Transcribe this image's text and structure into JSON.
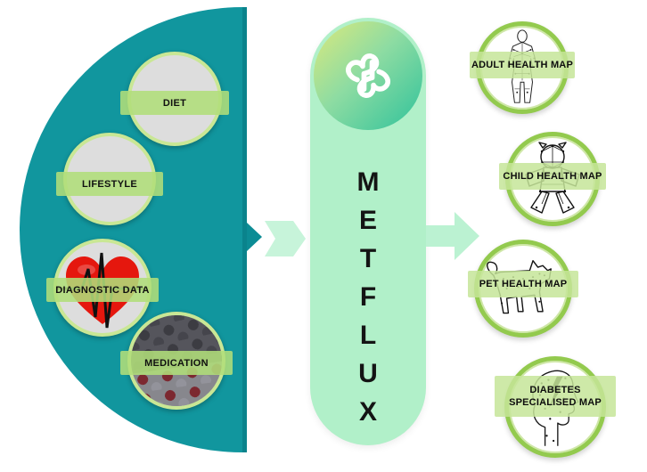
{
  "left_inputs": {
    "items": [
      {
        "label": "DIET",
        "photo": "diet-photo"
      },
      {
        "label": "LIFESTYLE",
        "photo": "lifestyle-photo"
      },
      {
        "label": "DIAGNOSTIC DATA",
        "photo": "heart-ecg-photo"
      },
      {
        "label": "MEDICATION",
        "photo": "pills-photo"
      }
    ]
  },
  "center": {
    "brand": "METFLUX",
    "letters": [
      "M",
      "E",
      "T",
      "F",
      "L",
      "U",
      "X"
    ],
    "logo_icon": "metflux-hearts-cross-icon"
  },
  "right_outputs": {
    "items": [
      {
        "label": "ADULT HEALTH MAP",
        "icon": "adult-wireframe-icon",
        "lines": [
          "ADULT HEALTH MAP"
        ]
      },
      {
        "label": "CHILD HEALTH MAP",
        "icon": "child-wireframe-icon",
        "lines": [
          "CHILD HEALTH MAP"
        ]
      },
      {
        "label": "PET HEALTH MAP",
        "icon": "dog-wireframe-icon",
        "lines": [
          "PET HEALTH MAP"
        ]
      },
      {
        "label": "DIABETES SPECIALISED MAP",
        "icon": "head-profile-bolt-icon",
        "lines": [
          "DIABETES",
          "SPECIALISED MAP"
        ]
      }
    ]
  },
  "colors": {
    "teal": "#11969e",
    "teal_edge": "#0a838c",
    "pill_mint": "#b1f0c9",
    "arrow_mint": "#bbf2d2",
    "chevron_mint": "#c7f4da",
    "left_ring_green": "#c9e795",
    "right_ring_green": "#93ca4e",
    "label_band_green": "#b1de7a",
    "logo_gradient_start": "#dce97c",
    "logo_gradient_end": "#2fc29b",
    "text": "#141414"
  }
}
